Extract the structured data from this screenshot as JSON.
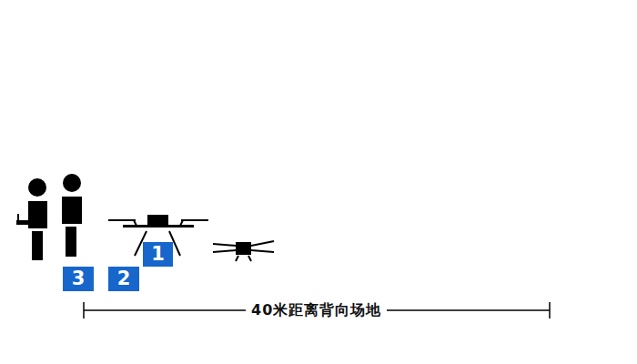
{
  "diagram": {
    "labels": [
      "3",
      "2",
      "1",
      "40米距离背向场地"
    ]
  }
}
